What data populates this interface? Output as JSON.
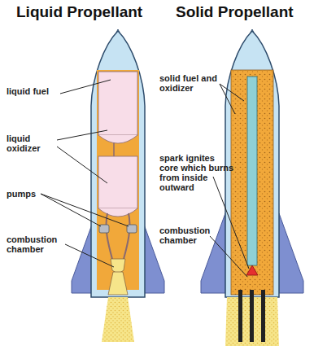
{
  "diagram": {
    "labels": [
      "Liquid Propellant",
      "Solid Propellant",
      "liquid fuel",
      "liquid oxidizer",
      "pumps",
      "combustion chamber",
      "solid fuel and oxidizer",
      "spark ignites core which burns from inside outward",
      "combustion chamber"
    ]
  }
}
